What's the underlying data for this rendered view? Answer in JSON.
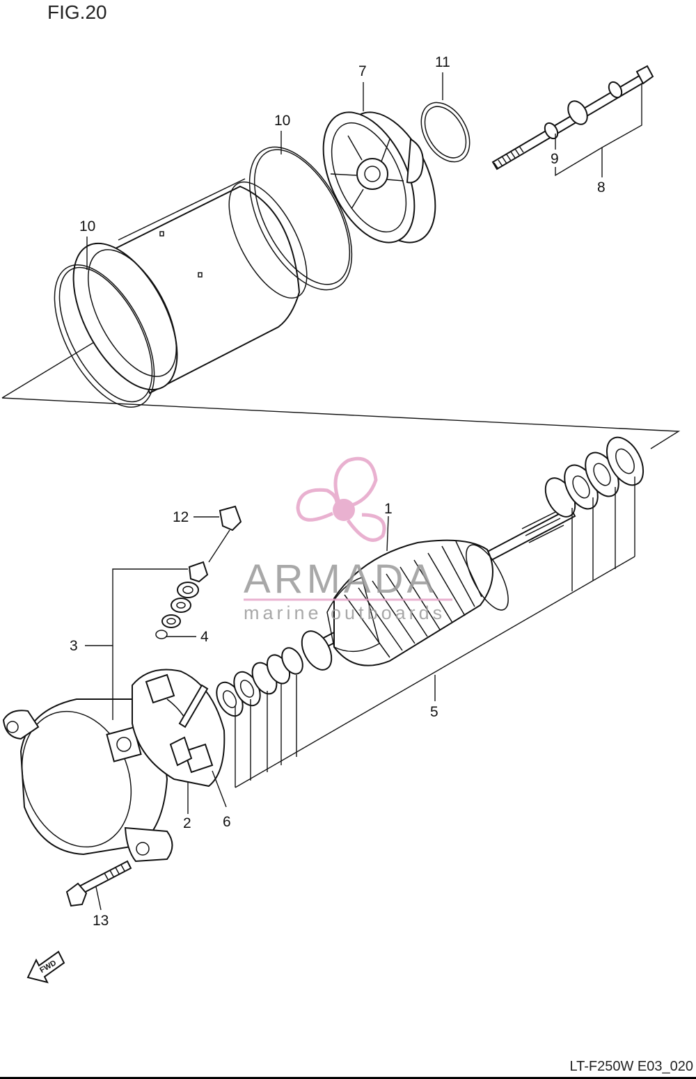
{
  "figure": {
    "title": "FIG.20",
    "code": "LT-F250W E03_020"
  },
  "callouts": [
    "1",
    "2",
    "3",
    "4",
    "5",
    "6",
    "7",
    "8",
    "9",
    "10",
    "10",
    "11",
    "12",
    "13"
  ],
  "fwd_label": "FWD",
  "watermark": {
    "brand": "ARMADA",
    "tagline": "marine outboards",
    "logo_color": "#e6a4c8"
  }
}
